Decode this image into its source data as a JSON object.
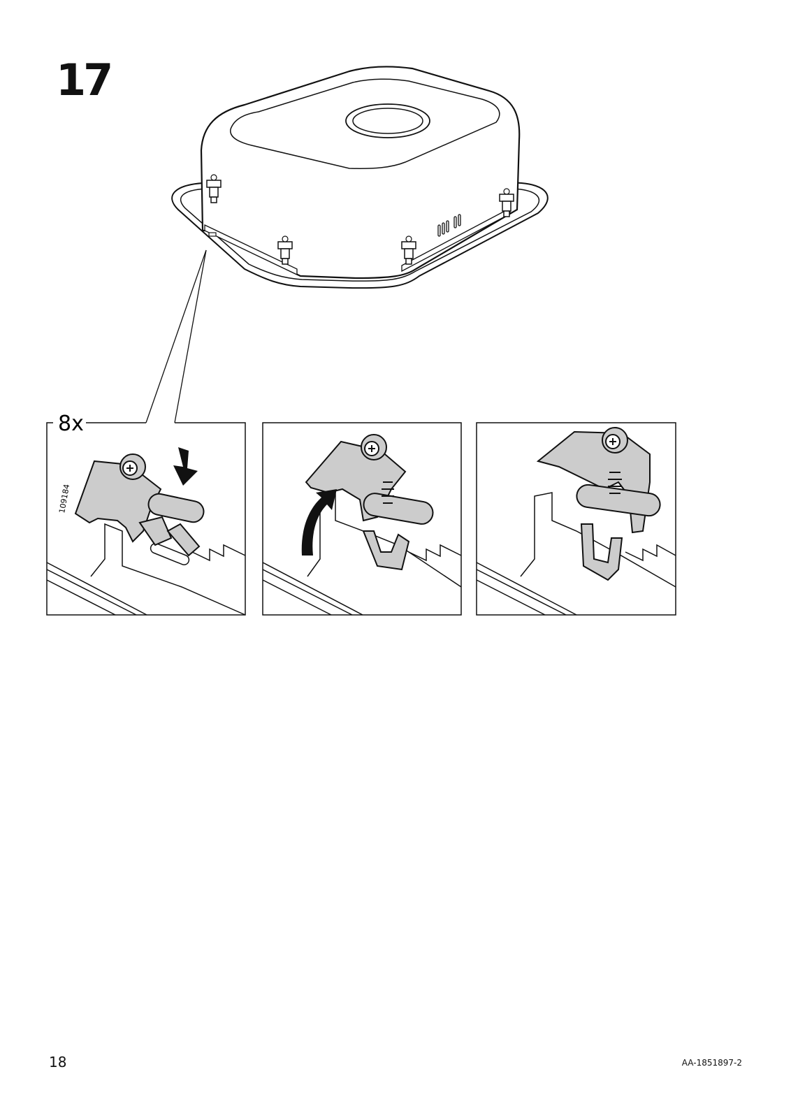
{
  "step": {
    "number": "17"
  },
  "detail": {
    "quantity": "8x",
    "part_number": "109184"
  },
  "footer": {
    "page_number": "18",
    "document_code": "AA-1851897-2"
  },
  "icons": [
    "sink-bowl-icon",
    "mounting-clip-icon",
    "down-arrow-icon",
    "rotate-arrow-icon"
  ]
}
